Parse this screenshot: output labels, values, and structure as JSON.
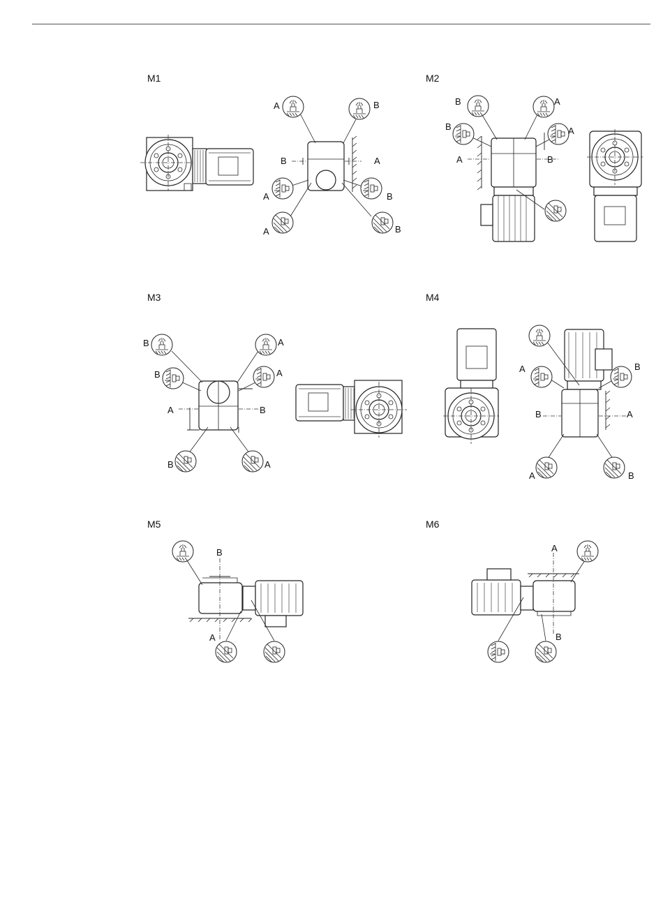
{
  "panels": [
    {
      "id": "M1",
      "label": "M1"
    },
    {
      "id": "M2",
      "label": "M2"
    },
    {
      "id": "M3",
      "label": "M3"
    },
    {
      "id": "M4",
      "label": "M4"
    },
    {
      "id": "M5",
      "label": "M5"
    },
    {
      "id": "M6",
      "label": "M6"
    }
  ],
  "shaft_labels": {
    "a": "A",
    "b": "B"
  },
  "icons": {
    "breather": "breather-plug-icon",
    "level": "oil-level-plug-icon",
    "drain": "oil-drain-plug-icon"
  },
  "colors": {
    "line": "#222222",
    "fill": "#ffffff",
    "shade": "#e8e8e8"
  }
}
